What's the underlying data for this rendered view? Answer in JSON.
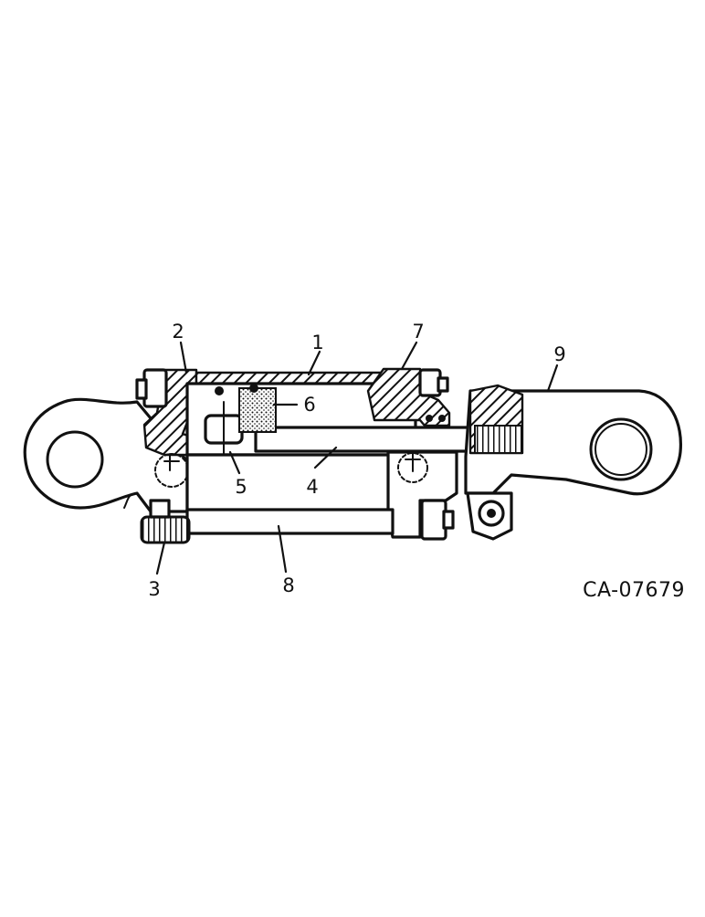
{
  "figure": {
    "reference": "CA-07679",
    "callouts": [
      {
        "id": "1",
        "label": "1"
      },
      {
        "id": "2",
        "label": "2"
      },
      {
        "id": "3",
        "label": "3"
      },
      {
        "id": "4",
        "label": "4"
      },
      {
        "id": "5",
        "label": "5"
      },
      {
        "id": "6",
        "label": "6"
      },
      {
        "id": "7",
        "label": "7"
      },
      {
        "id": "8",
        "label": "8"
      },
      {
        "id": "9",
        "label": "9"
      }
    ]
  },
  "colors": {
    "ink": "#111111",
    "paper": "#ffffff"
  }
}
